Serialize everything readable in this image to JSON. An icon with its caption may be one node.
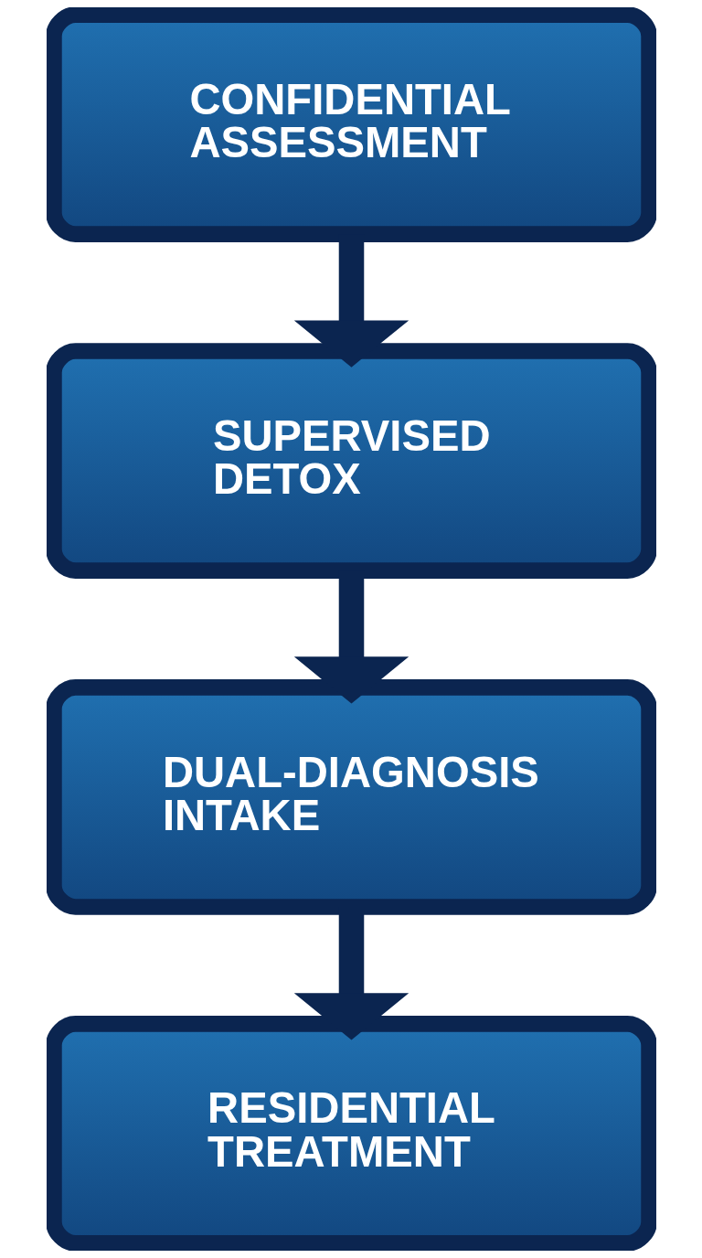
{
  "diagram": {
    "nodes": [
      {
        "text": [
          "CONFIDENTIAL ASSESSMENT"
        ]
      },
      {
        "text": [
          "SUPERVISED DETOX"
        ]
      },
      {
        "text": [
          "DUAL-DIAGNOSIS INTAKE"
        ]
      },
      {
        "text": [
          "RESIDENTIAL TREATMENT"
        ]
      }
    ],
    "edges": [
      {
        "from": 0,
        "to": 1,
        "arrow": "to"
      },
      {
        "from": 1,
        "to": 2,
        "arrow": "to"
      },
      {
        "from": 2,
        "to": 3,
        "arrow": "to"
      }
    ]
  }
}
